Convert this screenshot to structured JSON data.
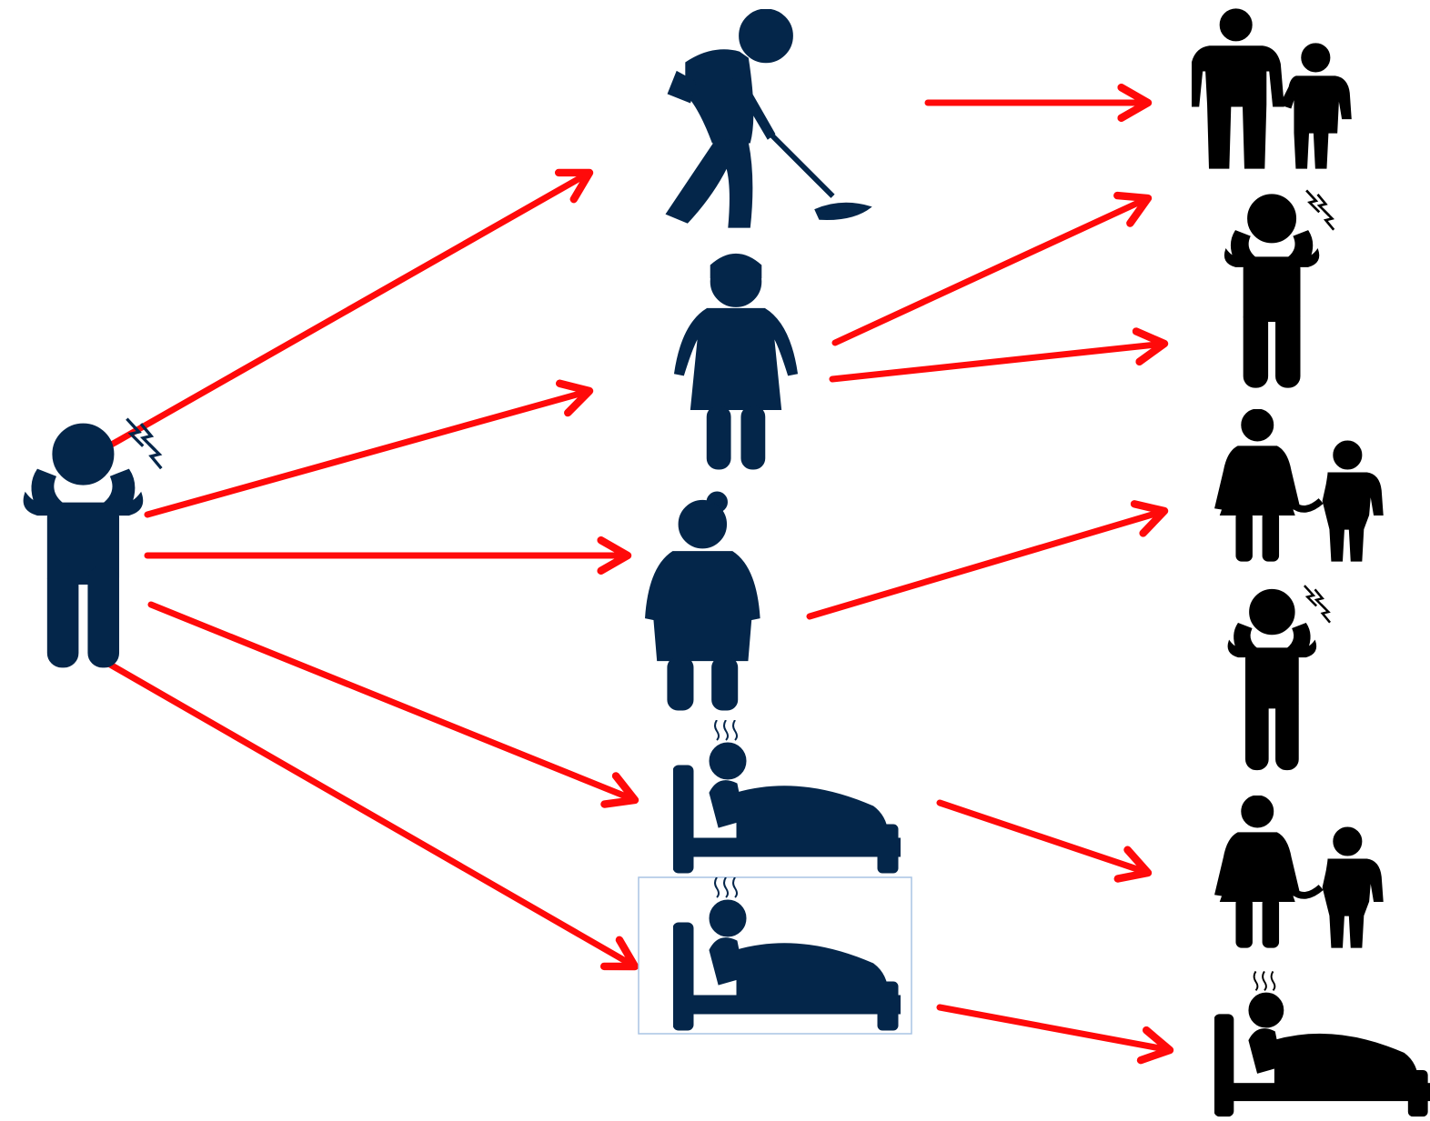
{
  "diagram": {
    "colors": {
      "navy": "#04264A",
      "black": "#000000",
      "arrow": "#FF0A0A",
      "selection_border": "#A9C4E4",
      "background": "#FFFFFF"
    },
    "source": {
      "name": "stressed-person",
      "icon": "stressed-person-icon"
    },
    "middle_figures": [
      {
        "id": "cleaner",
        "icon": "cleaner-mopping-icon"
      },
      {
        "id": "nurse",
        "icon": "nurse-icon"
      },
      {
        "id": "doctor",
        "icon": "doctor-icon"
      },
      {
        "id": "patient-1",
        "icon": "sick-patient-in-bed-icon"
      },
      {
        "id": "patient-2",
        "icon": "sick-patient-in-bed-icon",
        "selected": true
      }
    ],
    "right_figures": [
      {
        "id": "father-child",
        "icon": "adult-with-child-icon"
      },
      {
        "id": "stressed-1",
        "icon": "stressed-person-icon"
      },
      {
        "id": "mother-child-1",
        "icon": "mother-with-child-icon"
      },
      {
        "id": "stressed-2",
        "icon": "stressed-person-icon"
      },
      {
        "id": "mother-child-2",
        "icon": "mother-with-child-icon"
      },
      {
        "id": "patient-right",
        "icon": "sick-patient-in-bed-icon"
      }
    ],
    "connections": [
      {
        "from": "stressed-person",
        "to": "cleaner"
      },
      {
        "from": "stressed-person",
        "to": "nurse"
      },
      {
        "from": "stressed-person",
        "to": "doctor"
      },
      {
        "from": "stressed-person",
        "to": "patient-1"
      },
      {
        "from": "stressed-person",
        "to": "patient-2"
      },
      {
        "from": "cleaner",
        "to": "father-child"
      },
      {
        "from": "nurse",
        "to": "stressed-1"
      },
      {
        "from": "nurse",
        "to": "stressed-1"
      },
      {
        "from": "doctor",
        "to": "mother-child-1"
      },
      {
        "from": "patient-1",
        "to": "mother-child-2"
      },
      {
        "from": "patient-2",
        "to": "patient-right"
      }
    ]
  }
}
